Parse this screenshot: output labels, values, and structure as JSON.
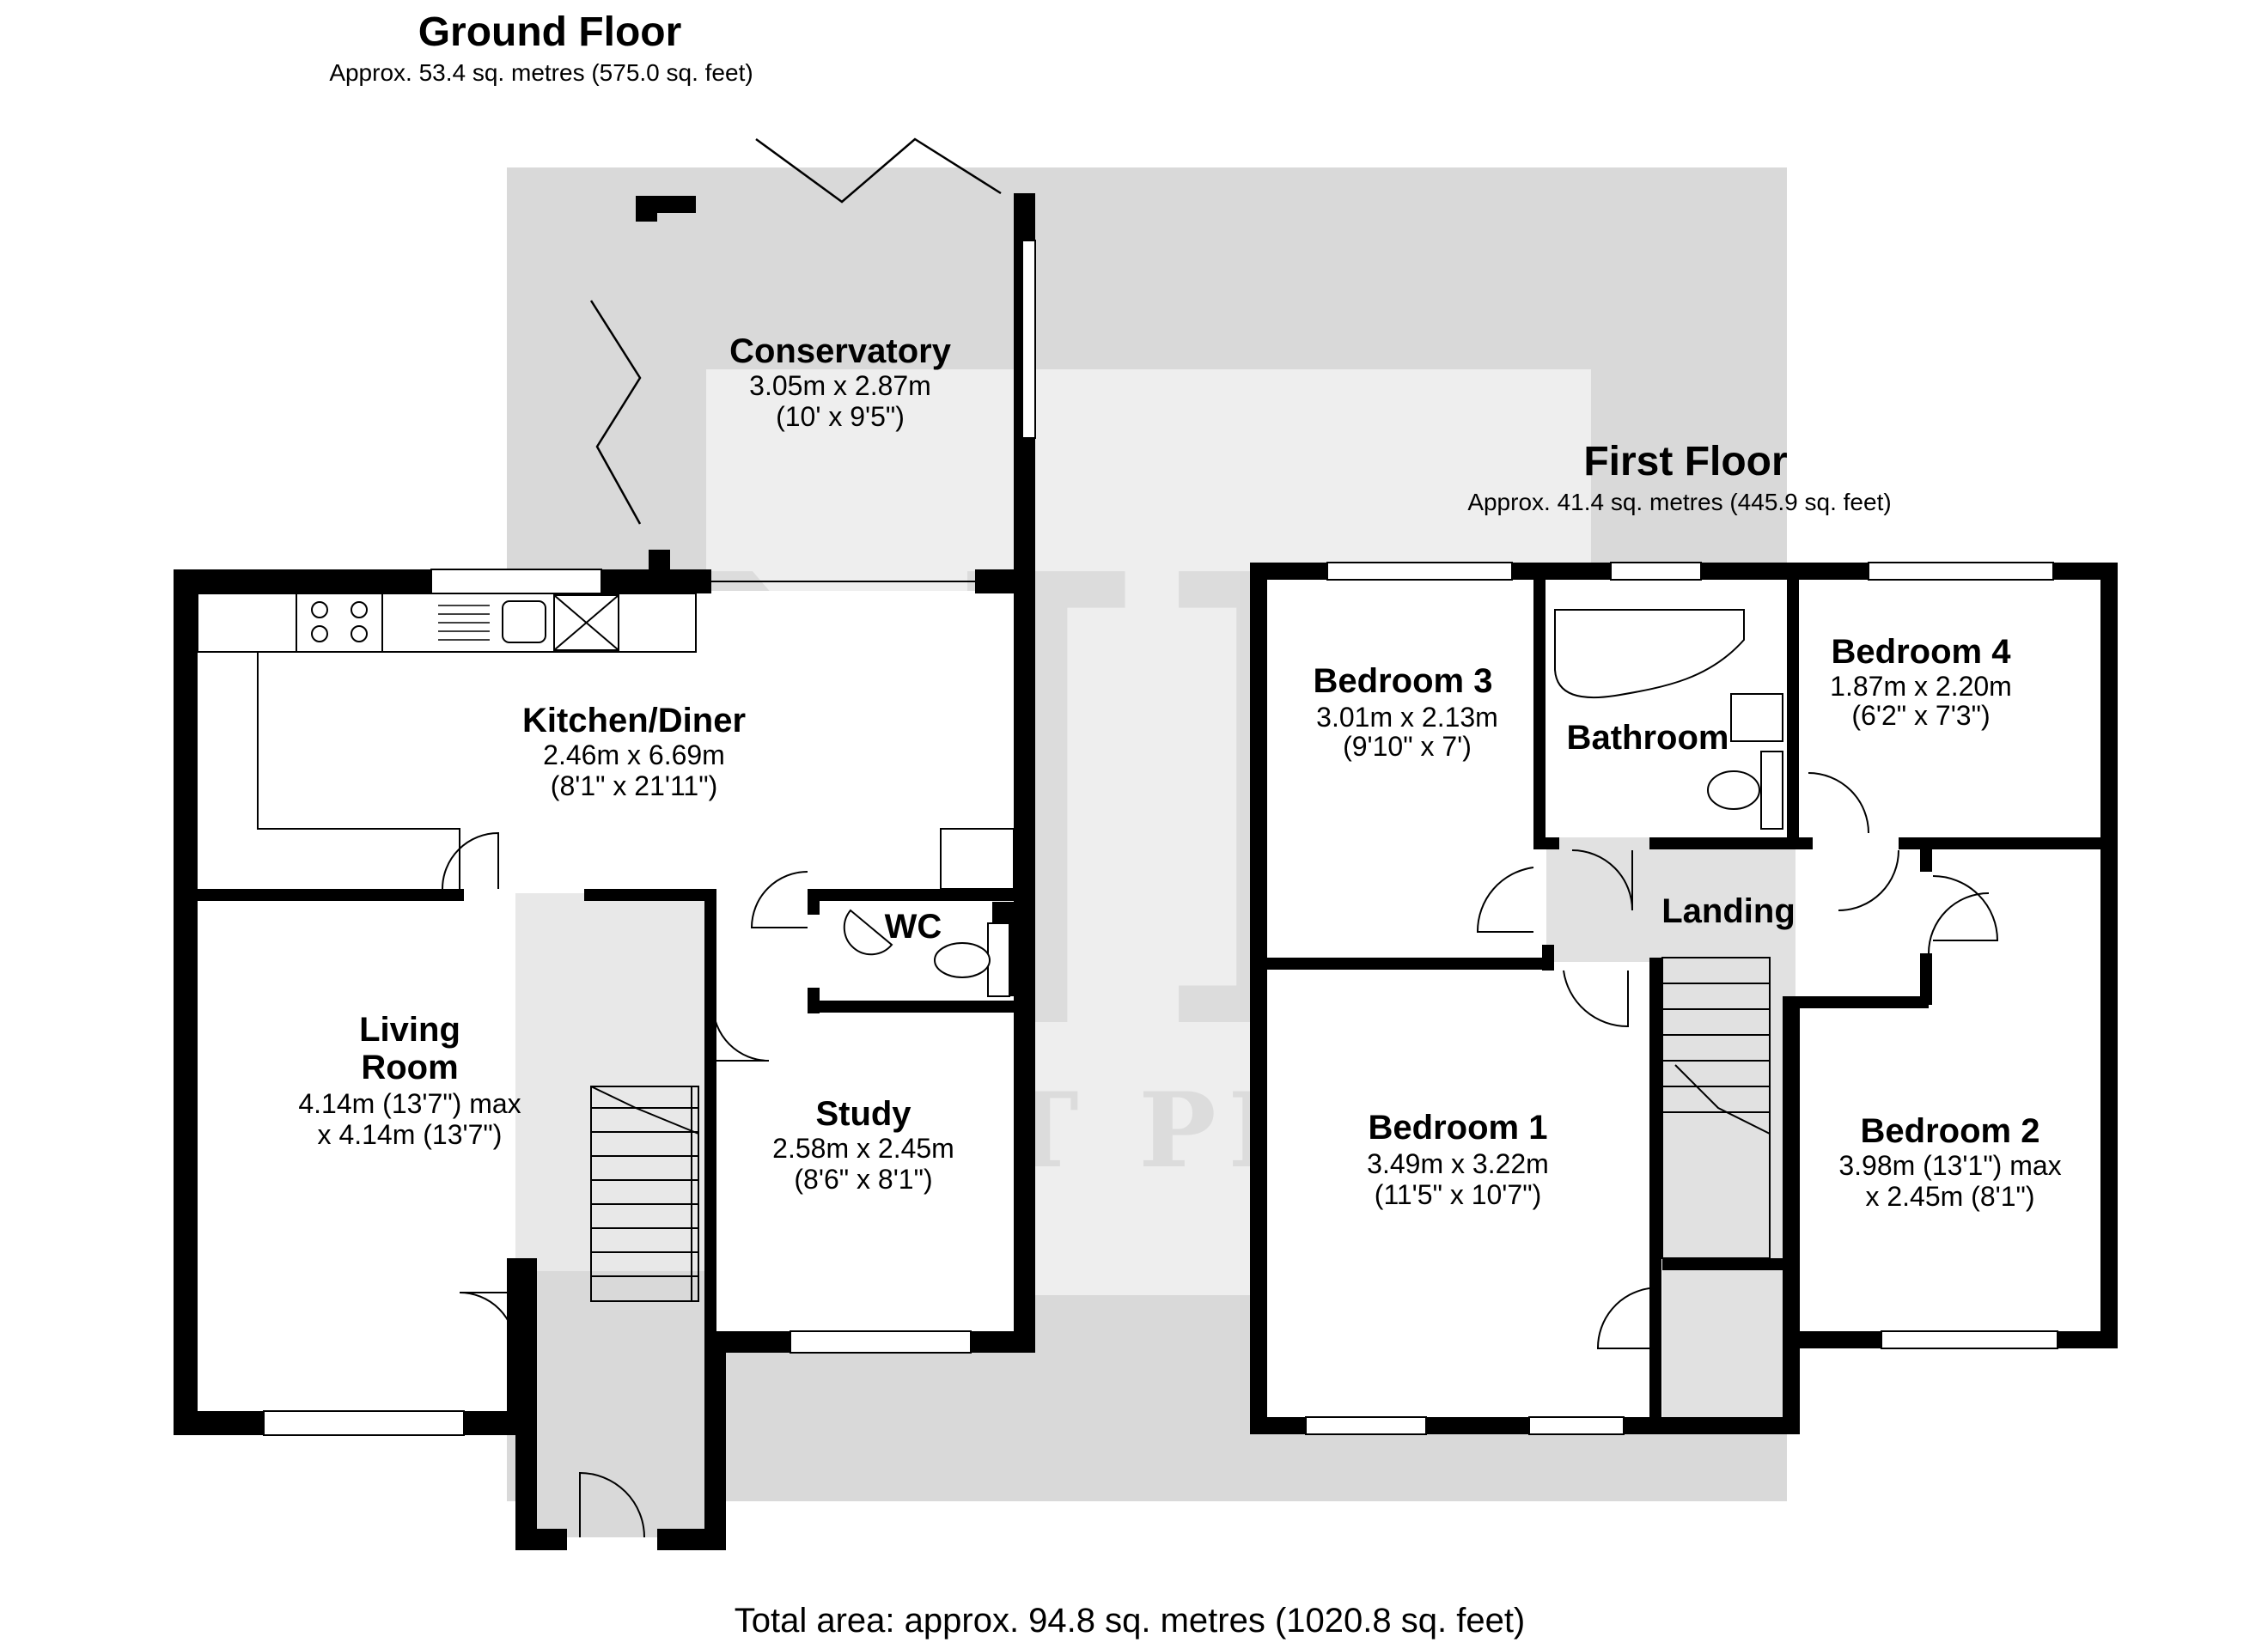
{
  "watermark": {
    "monogram": "NP",
    "text": "NEXT PLACE"
  },
  "ground_floor": {
    "title": "Ground Floor",
    "area": "Approx. 53.4 sq. metres (575.0 sq. feet)",
    "rooms": {
      "conservatory": {
        "name": "Conservatory",
        "dim_m": "3.05m x 2.87m",
        "dim_ft": "(10' x 9'5\")"
      },
      "kitchen": {
        "name": "Kitchen/Diner",
        "dim_m": "2.46m x 6.69m",
        "dim_ft": "(8'1\" x 21'11\")"
      },
      "wc": {
        "name": "WC"
      },
      "living": {
        "name_line1": "Living",
        "name_line2": "Room",
        "dim_m": "4.14m (13'7\") max",
        "dim_ft": "x 4.14m (13'7\")"
      },
      "study": {
        "name": "Study",
        "dim_m": "2.58m x 2.45m",
        "dim_ft": "(8'6\" x 8'1\")"
      }
    }
  },
  "first_floor": {
    "title": "First Floor",
    "area": "Approx. 41.4 sq. metres (445.9 sq. feet)",
    "rooms": {
      "bedroom3": {
        "name": "Bedroom 3",
        "dim_m": "3.01m x 2.13m",
        "dim_ft": "(9'10\" x 7')"
      },
      "bathroom": {
        "name": "Bathroom"
      },
      "bedroom4": {
        "name": "Bedroom 4",
        "dim_m": "1.87m x 2.20m",
        "dim_ft": "(6'2\" x 7'3\")"
      },
      "landing": {
        "name": "Landing"
      },
      "bedroom1": {
        "name": "Bedroom 1",
        "dim_m": "3.49m x 3.22m",
        "dim_ft": "(11'5\" x 10'7\")"
      },
      "bedroom2": {
        "name": "Bedroom 2",
        "dim_m": "3.98m (13'1\") max",
        "dim_ft": "x 2.45m (8'1\")"
      }
    }
  },
  "total": "Total area: approx. 94.8 sq. metres (1020.8 sq. feet)",
  "colors": {
    "wall": "#000000",
    "watermark": "#d9d9d9"
  }
}
